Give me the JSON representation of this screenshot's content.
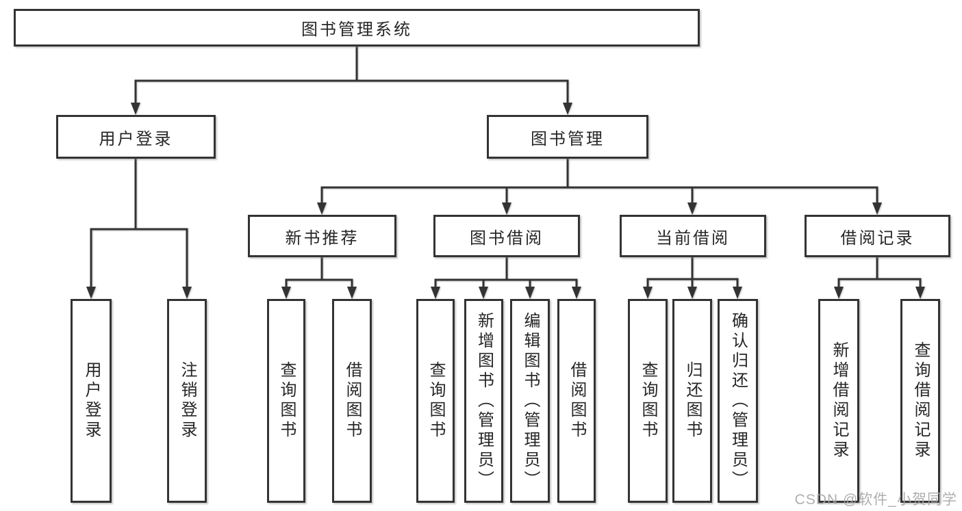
{
  "diagram": {
    "root": {
      "label": "图书管理系统"
    },
    "user_branch": {
      "label": "用户登录",
      "leaves": [
        "用户登录",
        "注销登录"
      ]
    },
    "book_branch": {
      "label": "图书管理",
      "groups": [
        {
          "label": "新书推荐",
          "leaves": [
            "查询图书",
            "借阅图书"
          ]
        },
        {
          "label": "图书借阅",
          "leaves": [
            "查询图书",
            "新增图书（管理员）",
            "编辑图书（管理员）",
            "借阅图书"
          ]
        },
        {
          "label": "当前借阅",
          "leaves": [
            "查询图书",
            "归还图书",
            "确认归还（管理员）"
          ]
        },
        {
          "label": "借阅记录",
          "leaves": [
            "新增借阅记录",
            "查询借阅记录"
          ]
        }
      ]
    },
    "colors": {
      "line": "#333333",
      "text": "#262626",
      "background": "#ffffff",
      "watermark": "#b3b3b3"
    }
  },
  "watermark": {
    "text": "CSDN @软件_小贺同学"
  }
}
